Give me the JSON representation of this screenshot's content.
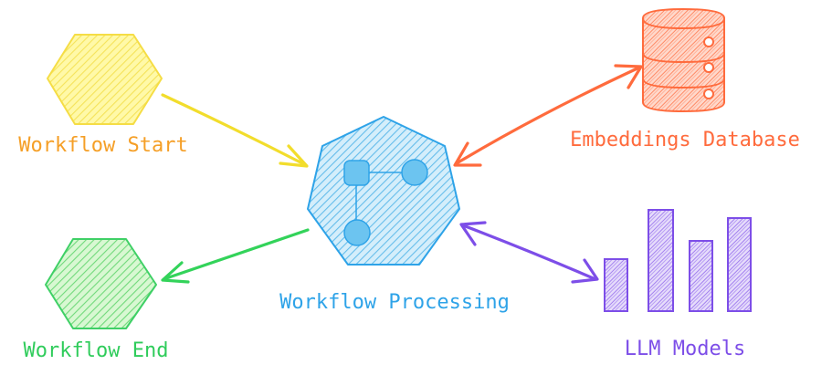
{
  "nodes": {
    "start": {
      "label": "Workflow Start",
      "color": "#f2c31f",
      "label_color": "#f59f27",
      "fill": "#fff27a"
    },
    "end": {
      "label": "Workflow End",
      "color": "#2fcc5b",
      "label_color": "#2fcc5b",
      "fill": "#b8f0b0"
    },
    "processing": {
      "label": "Workflow Processing",
      "color": "#2ea3e8",
      "label_color": "#2ea3e8",
      "fill": "#a7dcf5"
    },
    "database": {
      "label": "Embeddings Database",
      "color": "#ff6b3d",
      "label_color": "#ff6b3d",
      "fill": "#ffa489"
    },
    "models": {
      "label": "LLM Models",
      "color": "#7d4ee8",
      "label_color": "#7d4ee8",
      "fill": "#c7b5f5"
    }
  },
  "edges": [
    {
      "from": "start",
      "to": "processing",
      "direction": "forward",
      "color": "#f2dd2c"
    },
    {
      "from": "processing",
      "to": "end",
      "direction": "forward",
      "color": "#33d35a"
    },
    {
      "from": "processing",
      "to": "database",
      "direction": "both",
      "color": "#ff6b3d"
    },
    {
      "from": "processing",
      "to": "models",
      "direction": "both",
      "color": "#7d4ee8"
    }
  ]
}
